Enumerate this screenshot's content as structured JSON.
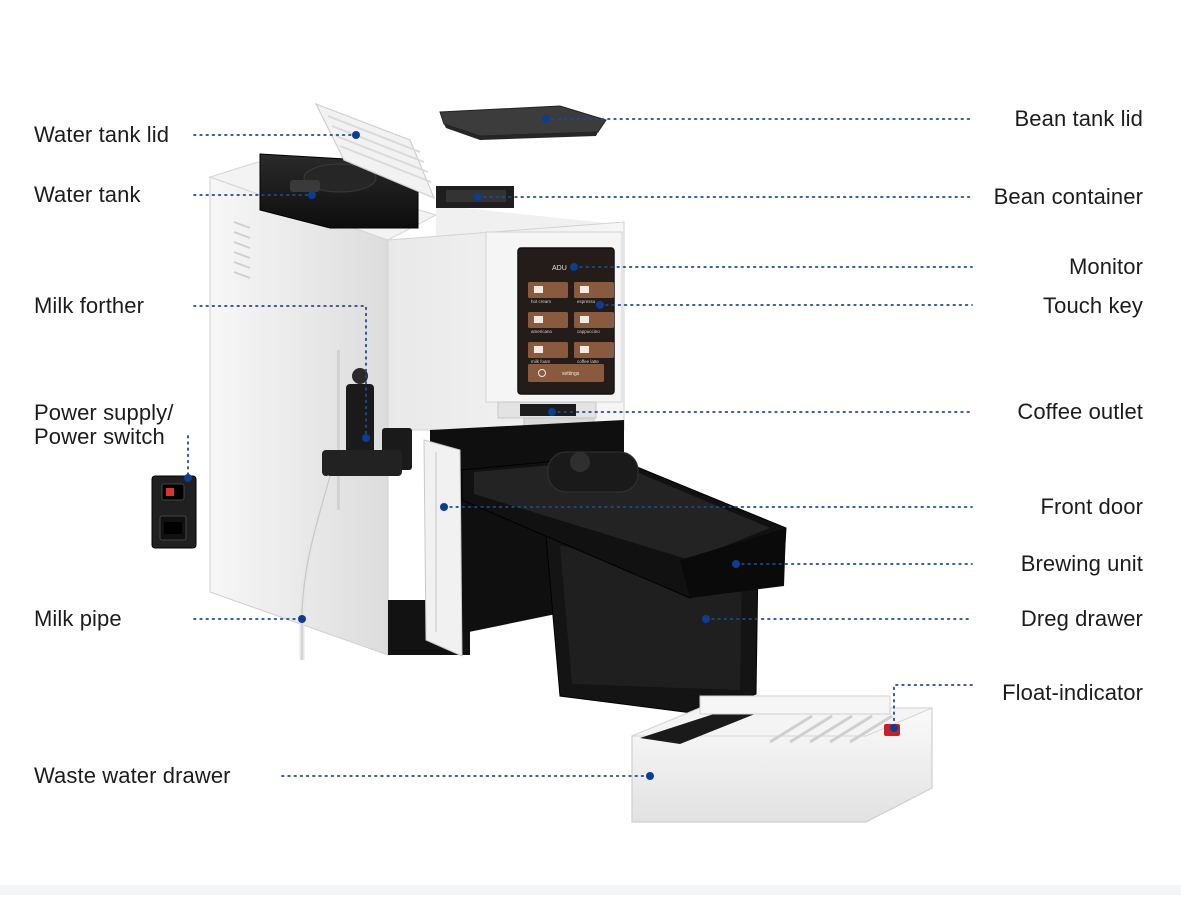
{
  "labels": {
    "water_tank_lid": "Water tank lid",
    "water_tank": "Water tank",
    "milk_frother": "Milk forther",
    "power_supply_line1": "Power supply/",
    "power_supply_line2": "Power switch",
    "milk_pipe": "Milk pipe",
    "waste_water_drawer": "Waste water drawer",
    "bean_tank_lid": "Bean tank lid",
    "bean_container": "Bean container",
    "monitor": "Monitor",
    "touch_key": "Touch key",
    "coffee_outlet": "Coffee outlet",
    "front_door": "Front door",
    "brewing_unit": "Brewing unit",
    "dreg_drawer": "Dreg drawer",
    "float_indicator": "Float-indicator"
  },
  "screen": {
    "brand": "ADU",
    "menu": [
      {
        "label": "hot cream",
        "icon": "cup-icon"
      },
      {
        "label": "espresso",
        "icon": "cup-icon"
      },
      {
        "label": "americano",
        "icon": "mug-icon"
      },
      {
        "label": "cappuccino",
        "icon": "cup-icon"
      },
      {
        "label": "milk foam",
        "icon": "milk-icon"
      },
      {
        "label": "coffee latte",
        "icon": "glass-icon"
      }
    ],
    "settings_label": "settings"
  },
  "colors": {
    "leader": "#1f4a8a",
    "dot": "#0b3d91",
    "machine_body": "#ececec",
    "machine_dark": "#1b1b1b",
    "screen_bg": "#2a2320",
    "screen_button": "#8a5a3e",
    "float_indicator": "#c8202a"
  }
}
